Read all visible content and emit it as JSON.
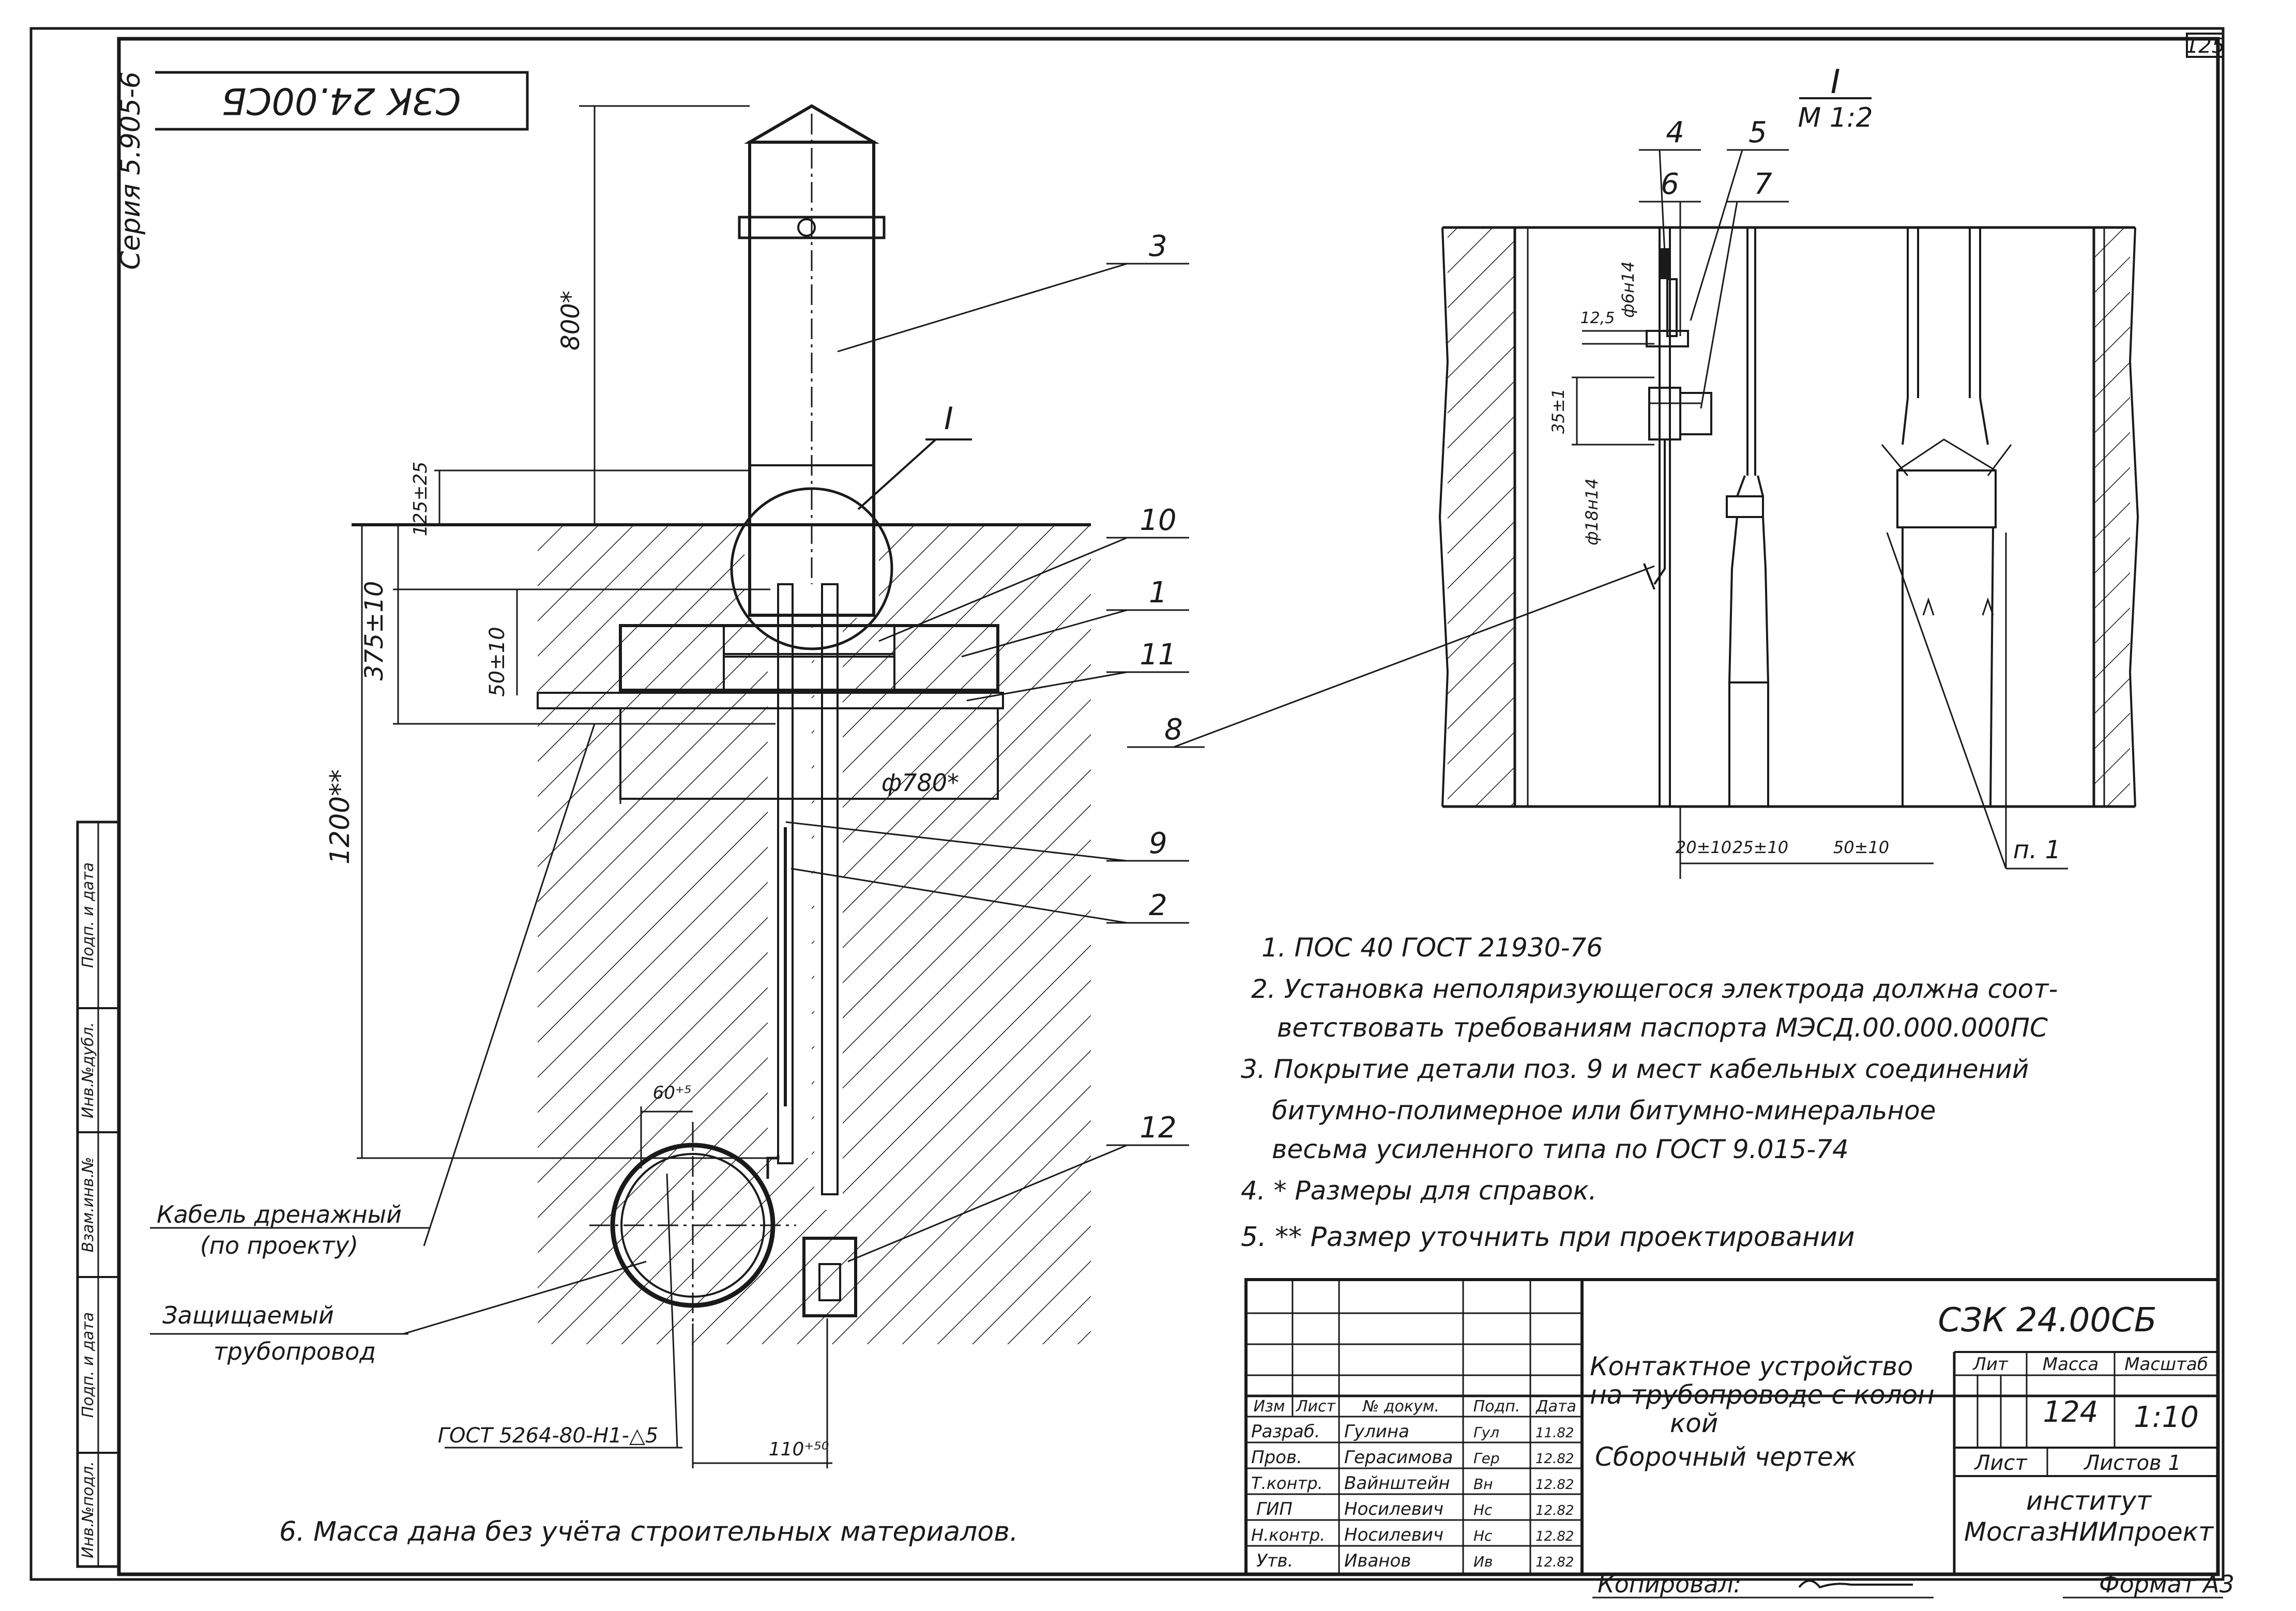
{
  "sheet": {
    "series_code": "Серия 5.905-6",
    "mirrored_code": "СЗК 24.00СБ",
    "page_number": "125",
    "copied_by": "Копировал:",
    "format": "Формат А3"
  },
  "main_view": {
    "dim_800": "800*",
    "dim_125": "125±25",
    "dim_375": "375±10",
    "dim_50": "50±10",
    "dim_1200": "1200**",
    "dim_phi780": "ф780*",
    "dim_60": "60⁺⁵",
    "dim_110": "110⁺⁵⁰",
    "section_ref": "I",
    "gost_weld": "ГОСТ 5264-80-Н1-△5",
    "cable_label_1": "Кабель дренажный",
    "cable_label_2": "(по проекту)",
    "pipe_label_1": "Защищаемый",
    "pipe_label_2": "трубопровод",
    "callouts": [
      "3",
      "10",
      "1",
      "11",
      "8",
      "9",
      "2",
      "12"
    ]
  },
  "detail_view": {
    "title": "I",
    "scale": "М 1:2",
    "callouts": [
      "4",
      "5",
      "6",
      "7"
    ],
    "dim_phi6": "ф6ʜ14",
    "dim_125": "12,5",
    "dim_35": "35±1",
    "dim_phi18": "ф18ʜ14",
    "dim_bottom": [
      "20±10",
      "25±10",
      "50±10"
    ],
    "p1": "п. 1"
  },
  "notes": [
    "1. ПОС 40  ГОСТ 21930-76",
    "2. Установка неполяризующегося электрода должна соот-",
    "ветствовать требованиям паспорта МЭСД.00.000.000ПС",
    "3. Покрытие детали поз. 9 и мест кабельных соединений",
    "битумно-полимерное или битумно-минеральное",
    "весьма усиленного типа по ГОСТ 9.015-74",
    "4. * Размеры для справок.",
    "5. ** Размер уточнить при проектировании"
  ],
  "note_6": "6.  Масса дана без учёта строительных материалов.",
  "left_stamp": [
    "Инв.№подл.",
    "Подп. и дата",
    "Взам.инв.№",
    "Инв.№дубл.",
    "Подп. и дата"
  ],
  "title_block": {
    "designation": "СЗК 24.00СБ",
    "title_1": "Контактное устройство",
    "title_2": "на трубопроводе с колон",
    "title_3": "кой",
    "title_4": "Сборочный чертеж",
    "h_lit": "Лит",
    "h_mass": "Масса",
    "h_scale": "Масштаб",
    "mass": "124",
    "scale": "1:10",
    "sheet": "Лист",
    "sheets": "Листов 1",
    "org_1": "институт",
    "org_2": "МосгазНИИпроект",
    "col_headers": [
      "Изм",
      "Лист",
      "№ докум.",
      "Подп.",
      "Дата"
    ],
    "rows": [
      {
        "role": "Разраб.",
        "name": "Гулина",
        "sign": "Гул",
        "date": "11.82"
      },
      {
        "role": "Пров.",
        "name": "Герасимова",
        "sign": "Гер",
        "date": "12.82"
      },
      {
        "role": "Т.контр.",
        "name": "Вайнштейн",
        "sign": "Вн",
        "date": "12.82"
      },
      {
        "role": "ГИП",
        "name": "Носилевич",
        "sign": "Нс",
        "date": "12.82"
      },
      {
        "role": "Н.контр.",
        "name": "Носилевич",
        "sign": "Нс",
        "date": "12.82"
      },
      {
        "role": "Утв.",
        "name": "Иванов",
        "sign": "Ив",
        "date": "12.82"
      }
    ]
  }
}
